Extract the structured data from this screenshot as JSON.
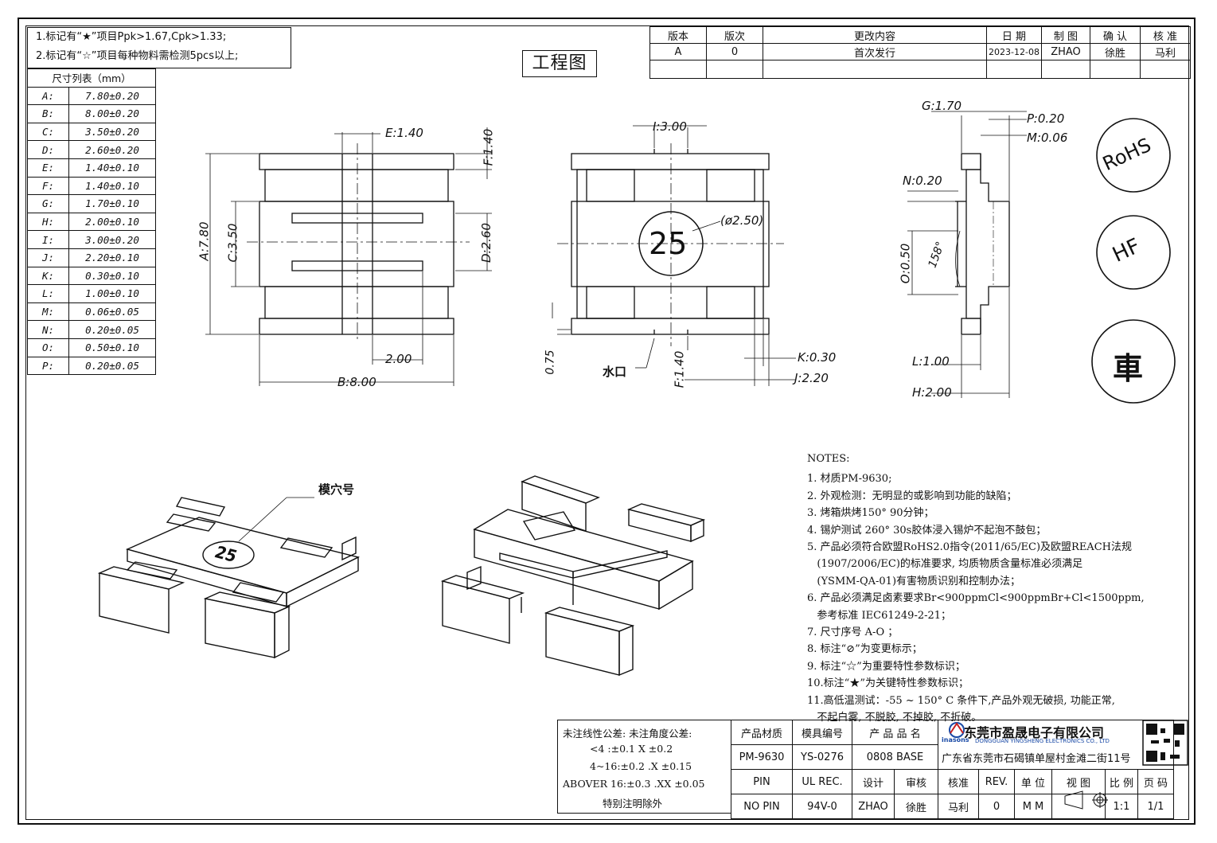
{
  "requirements": [
    "1.标记有“★”项目Ppk>1.67,Cpk>1.33;",
    "2.标记有“☆”项目每种物料需检测5pcs以上;"
  ],
  "dimension_table": {
    "header": "尺寸列表（mm）",
    "rows": [
      {
        "key": "A:",
        "value": "7.80±0.20"
      },
      {
        "key": "B:",
        "value": "8.00±0.20"
      },
      {
        "key": "C:",
        "value": "3.50±0.20"
      },
      {
        "key": "D:",
        "value": "2.60±0.20"
      },
      {
        "key": "E:",
        "value": "1.40±0.10"
      },
      {
        "key": "F:",
        "value": "1.40±0.10"
      },
      {
        "key": "G:",
        "value": "1.70±0.10"
      },
      {
        "key": "H:",
        "value": "2.00±0.10"
      },
      {
        "key": "I:",
        "value": "3.00±0.20"
      },
      {
        "key": "J:",
        "value": "2.20±0.10"
      },
      {
        "key": "K:",
        "value": "0.30±0.10"
      },
      {
        "key": "L:",
        "value": "1.00±0.10"
      },
      {
        "key": "M:",
        "value": "0.06±0.05"
      },
      {
        "key": "N:",
        "value": "0.20±0.05"
      },
      {
        "key": "O:",
        "value": "0.50±0.10"
      },
      {
        "key": "P:",
        "value": "0.20±0.05"
      }
    ]
  },
  "drawing_title": "工程图",
  "revision": {
    "headers": [
      "版本",
      "版次",
      "更改内容",
      "日 期",
      "制 图",
      "确 认",
      "核 准"
    ],
    "rows": [
      [
        "A",
        "0",
        "首次发行",
        "2023-12-08",
        "ZHAO",
        "徐胜",
        "马利"
      ]
    ]
  },
  "dims_front": {
    "e": "E:1.40",
    "f": "F:1.40",
    "a": "A:7.80",
    "c": "C:3.50",
    "d": "D:2.60",
    "h2": "2.00",
    "b": "B:8.00"
  },
  "dims_bottom": {
    "i": "I:3.00",
    "phi": "(ø2.50)",
    "cavity": "25",
    "o75": "0.75",
    "gate": "水口",
    "f": "F:1.40",
    "k": "K:0.30",
    "j": "J:2.20"
  },
  "dims_side": {
    "g": "G:1.70",
    "p": "P:0.20",
    "m": "M:0.06",
    "n": "N:0.20",
    "o": "O:0.50",
    "angle": "158°",
    "l": "L:1.00",
    "h": "H:2.00"
  },
  "marks": {
    "rohs": "RoHS",
    "hf": "HF",
    "car": "車"
  },
  "iso_label": "模穴号",
  "iso_cavity": "25",
  "notes": {
    "title": "NOTES:",
    "items": [
      "1. 材质PM-9630;",
      "2. 外观检测：无明显的或影响到功能的缺陷；",
      "3. 烤箱烘烤150° 90分钟；",
      "4. 锡炉测试 260° 30s胶体浸入锡炉不起泡不鼓包；",
      "5. 产品必须符合欧盟RoHS2.0指令(2011/65/EC)及欧盟REACH法规",
      "   (1907/2006/EC)的标准要求, 均质物质含量标准必须满足",
      "   (YSMM-QA-01)有害物质识别和控制办法；",
      "6. 产品必须满足卤素要求Br<900ppmCl<900ppmBr+Cl<1500ppm,",
      "   参考标准 IEC61249-2-21；",
      "7. 尺寸序号 A-O ；",
      "8. 标注“⊘”为变更标示；",
      "9. 标注“☆”为重要特性参数标识；",
      "10.标注“★”为关键特性参数标识；",
      "11.高低温测试：-55 ~ 150° C 条件下,产品外观无破损, 功能正常,",
      "   不起白雾, 不脱胶, 不掉胶, 不折破。"
    ]
  },
  "tolerance": {
    "line1": "未注线性公差:  未注角度公差:",
    "line2": "<4 :±0.1  X ±0.2",
    "line3": "4~16:±0.2  .X ±0.15",
    "line4": "ABOVER 16:±0.3  .XX ±0.05",
    "line5": "特别注明除外"
  },
  "title_block": {
    "h_material": "产品材质",
    "h_mold": "模具编号",
    "h_name": "产 品 品 名",
    "material": "PM-9630",
    "mold": "YS-0276",
    "name": "0808 BASE",
    "h_pin": "PIN",
    "h_ul": "UL REC.",
    "h_design": "设计",
    "h_review": "审核",
    "h_approve": "核准",
    "h_rev": "REV.",
    "h_unit": "单 位",
    "h_view": "视 图",
    "h_scale": "比 例",
    "h_page": "页 码",
    "pin": "NO PIN",
    "ul": "94V-0",
    "design": "ZHAO",
    "review": "徐胜",
    "approve": "马利",
    "rev": "0",
    "unit": "M M",
    "scale": "1:1",
    "page": "1/1",
    "company": "东莞市盈晟电子有限公司",
    "company_en": "DONGGUAN YINGSHENG ELECTRONICS CO., LTD",
    "logo_text": "inasons",
    "address": "广东省东莞市石碣镇单屋村金滩二街11号"
  }
}
